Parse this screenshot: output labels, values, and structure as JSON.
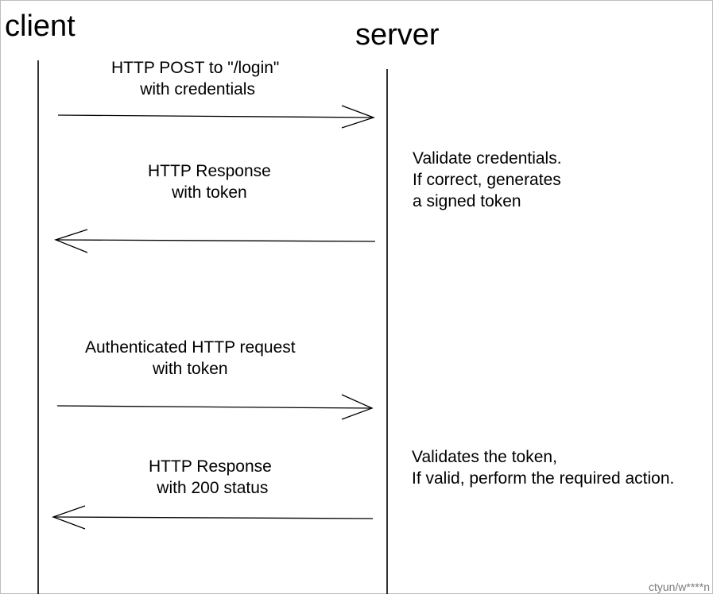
{
  "participants": {
    "client": "client",
    "server": "server"
  },
  "messages": [
    {
      "text": "HTTP POST to \"/login\"\n with credentials",
      "direction": "client-to-server"
    },
    {
      "text": "HTTP Response\nwith token",
      "direction": "server-to-client"
    },
    {
      "text": "Authenticated HTTP request\nwith token",
      "direction": "client-to-server"
    },
    {
      "text": "HTTP Response\n with 200 status",
      "direction": "server-to-client"
    }
  ],
  "notes": [
    {
      "text": "Validate credentials.\nIf correct, generates\na signed token"
    },
    {
      "text": "Validates the token,\nIf valid, perform the required action."
    }
  ],
  "watermark": "ctyun/w****n"
}
